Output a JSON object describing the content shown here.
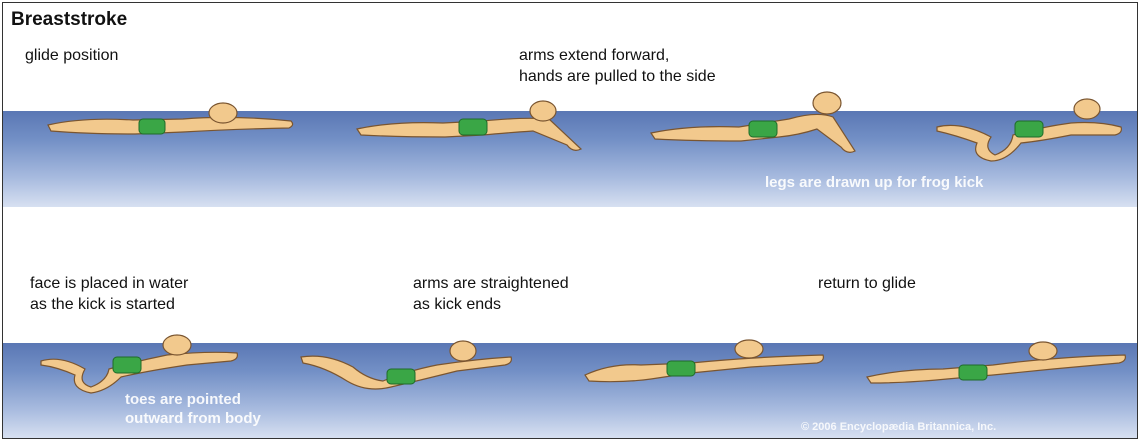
{
  "title": "Breaststroke",
  "captions": {
    "glide_position": "glide position",
    "arms_extend_line1": "arms extend forward,",
    "arms_extend_line2": "hands are pulled to the side",
    "legs_drawn": "legs are drawn up for frog kick",
    "face_placed_line1": "face is placed in water",
    "face_placed_line2": "as the kick is started",
    "arms_straightened_line1": "arms are straightened",
    "arms_straightened_line2": "as kick ends",
    "return_glide": "return to glide",
    "toes_line1": "toes are pointed",
    "toes_line2": "outward from body"
  },
  "copyright": "© 2006 Encyclopædia Britannica, Inc.",
  "colors": {
    "water_top": "#5a77b4",
    "water_bottom": "#d7e0f1",
    "skin": "#f2c98d",
    "trunks": "#3aa646"
  },
  "illustrations": [
    "swimmer-glide",
    "swimmer-arms-extend",
    "swimmer-hands-pulled",
    "swimmer-legs-drawn",
    "swimmer-face-in-water",
    "swimmer-arms-straightening",
    "swimmer-kick-ends",
    "swimmer-return-glide"
  ]
}
